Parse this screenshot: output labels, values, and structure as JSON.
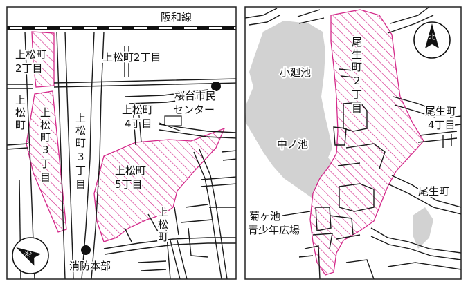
{
  "left_map": {
    "railway": "阪和線",
    "areas": {
      "kamimatsu_2chome_upper": "上松町2丁目",
      "kamimatsu_2chome_left": [
        "上松町",
        "2丁目"
      ],
      "kamimatsu_left": [
        "上",
        "松",
        "町"
      ],
      "kamimatsu_3chome_a": [
        "上",
        "松",
        "町",
        "3",
        "丁",
        "目"
      ],
      "kamimatsu_3chome_b": [
        "上",
        "松",
        "町",
        "3",
        "丁",
        "目"
      ],
      "kamimatsu_4chome": [
        "上松町",
        "4丁目"
      ],
      "kamimatsu_5chome": [
        "上松町",
        "5丁目"
      ],
      "kamimatsu_lower": [
        "上",
        "松",
        "町"
      ]
    },
    "facilities": {
      "civic_center": [
        "桜台市民",
        "センター"
      ],
      "fire_hq": "消防本部"
    },
    "compass": "北"
  },
  "right_map": {
    "ponds": {
      "komawari": "小廻池",
      "naka": "中ノ池"
    },
    "areas": {
      "oiki_2chome": [
        "尾",
        "生",
        "町",
        "2",
        "丁",
        "目"
      ],
      "oiki_4chome": [
        "尾生町",
        "4丁目"
      ],
      "oiki": "尾生町"
    },
    "facilities": {
      "kikugaike_youth": [
        "菊ヶ池",
        "青少年広場"
      ]
    },
    "compass": "北"
  },
  "colors": {
    "hatch": "#d4298a",
    "pond": "#d2d2d2",
    "road": "#1a1a1a",
    "frame": "#222222"
  }
}
